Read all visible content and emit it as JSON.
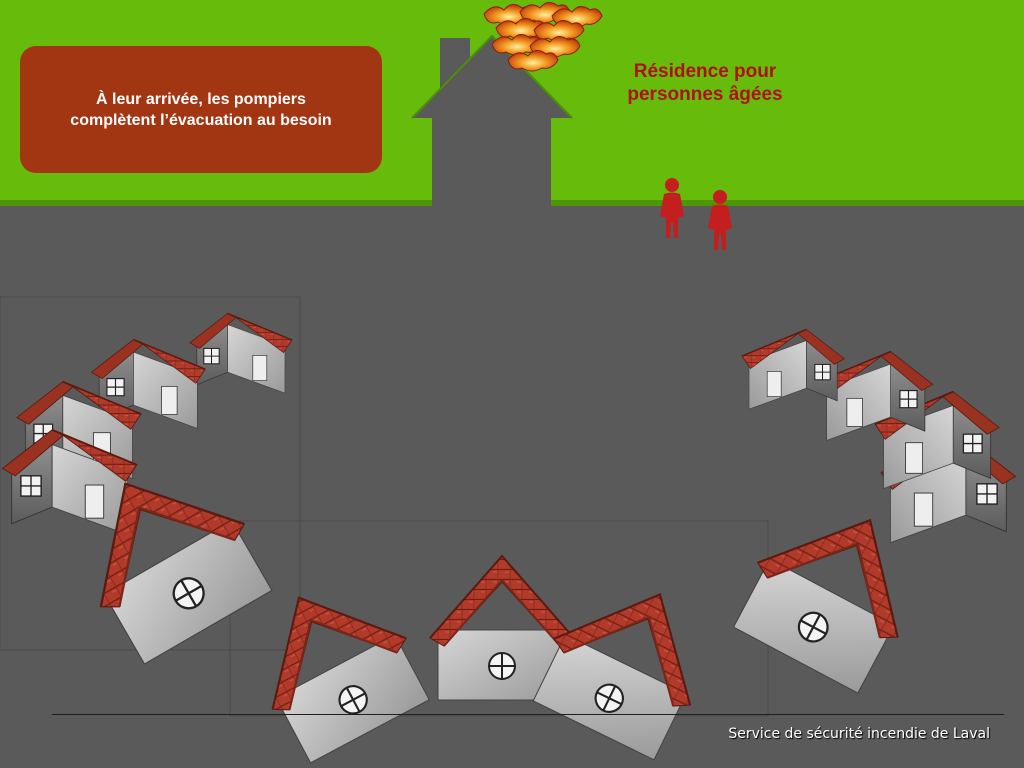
{
  "callout": {
    "lines": [
      "À leur arrivée, les pompiers",
      "complètent l’évacuation au besoin"
    ]
  },
  "residence": {
    "lines": [
      "Résidence pour",
      "personnes âgées"
    ]
  },
  "footer": {
    "text": "Service de sécurité incendie de Laval"
  },
  "colors": {
    "lawn": "#66bb0b",
    "road": "#5a5a5a",
    "callout": "#a33612",
    "figures": "#c41e1e",
    "roof_tiles": "#b33b2c",
    "house_walls": "#bdbdbd",
    "flames": "#e8621c"
  },
  "icons": [
    "residence-house-icon",
    "fire-icon",
    "person-icon",
    "house-icon"
  ]
}
